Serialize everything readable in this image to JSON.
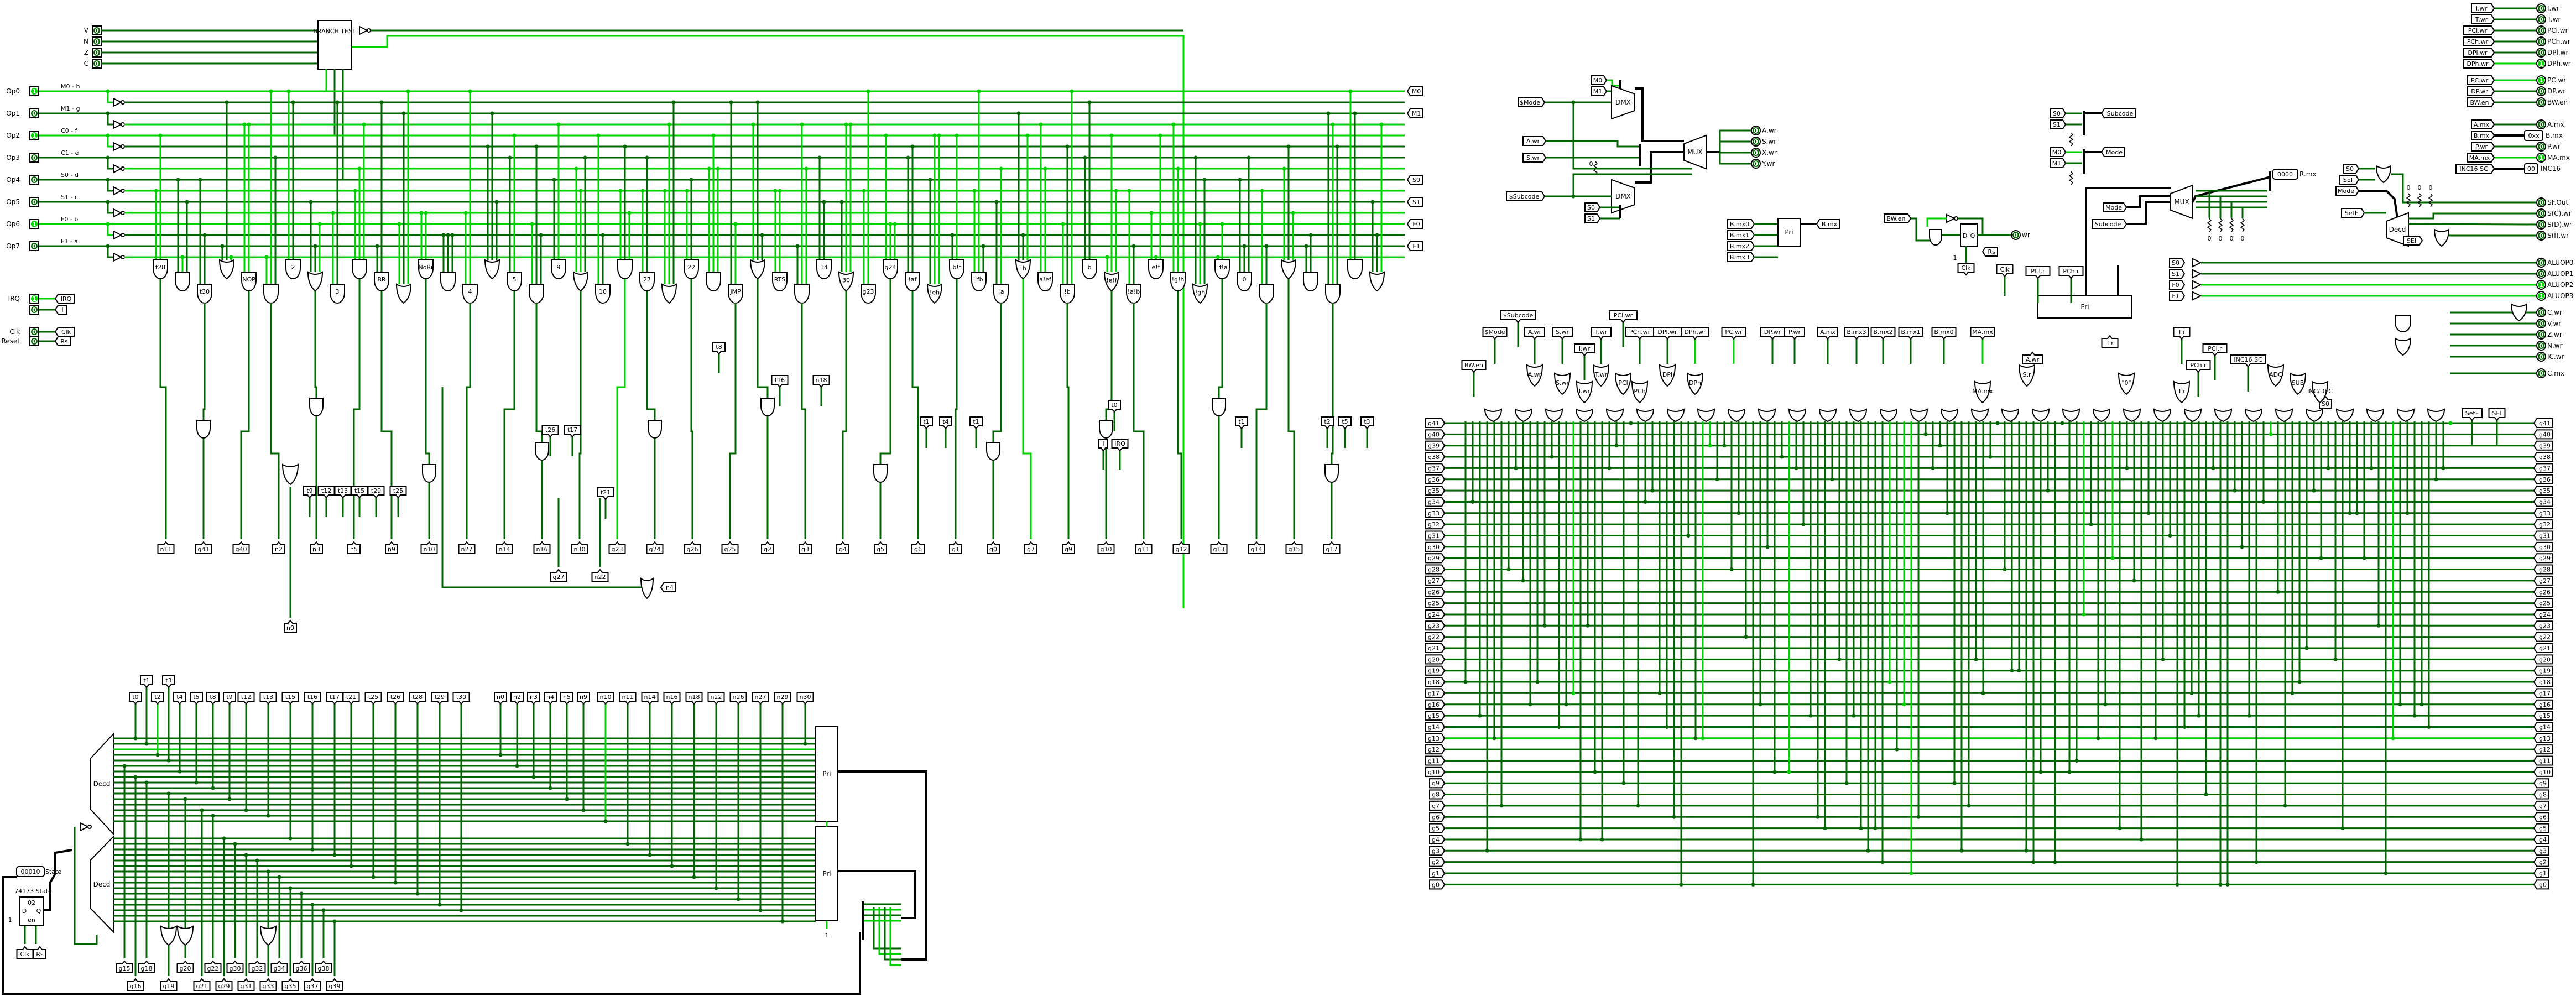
{
  "flags": [
    {
      "label": "V",
      "value": "0"
    },
    {
      "label": "N",
      "value": "0"
    },
    {
      "label": "Z",
      "value": "0"
    },
    {
      "label": "C",
      "value": "0"
    }
  ],
  "branch_test": "BRANCH TEST",
  "opcode": [
    {
      "pin": "Op0",
      "signal": "M0 - h",
      "value": "1"
    },
    {
      "pin": "Op1",
      "signal": "M1 - g",
      "value": "0"
    },
    {
      "pin": "Op2",
      "signal": "C0 - f",
      "value": "1"
    },
    {
      "pin": "Op3",
      "signal": "C1 - e",
      "value": "0"
    },
    {
      "pin": "Op4",
      "signal": "S0 - d",
      "value": "0"
    },
    {
      "pin": "Op5",
      "signal": "S1 - c",
      "value": "0"
    },
    {
      "pin": "Op6",
      "signal": "F0 - b",
      "value": "1"
    },
    {
      "pin": "Op7",
      "signal": "F1 - a",
      "value": "0"
    }
  ],
  "misc_inputs": [
    {
      "pin": "IRQ",
      "value": "1",
      "tunnel": "IRQ"
    },
    {
      "pin": "",
      "value": "0",
      "tunnel": "I"
    },
    {
      "pin": "Clk",
      "value": "0",
      "tunnel": "Clk"
    },
    {
      "pin": "Reset",
      "value": "0",
      "tunnel": "Rs"
    }
  ],
  "decode_outputs": [
    "M0",
    "M1",
    "S0",
    "S1",
    "F0",
    "F1"
  ],
  "gate_labels": [
    "t28",
    "t30",
    "NOP",
    "2",
    "3",
    "BR",
    "NoBr",
    "4",
    "5",
    "9",
    "10",
    "27",
    "22",
    "JMP",
    "RTS",
    "14",
    "30",
    "g23",
    "g24",
    "!af",
    "!eh",
    "b!f",
    "!fb",
    "!a",
    "!h",
    "a!ef",
    "!b",
    "b",
    "!e!f",
    "!a!b",
    "e!f",
    "!g!h",
    "!gh",
    "!f!a",
    "0"
  ],
  "left_outputs": [
    "n11",
    "g41",
    "g40",
    "n2",
    "n3",
    "n5",
    "n9",
    "n10",
    "n27",
    "n14",
    "n16",
    "n30",
    "g23",
    "g24",
    "g26",
    "g25",
    "g2",
    "g3",
    "g4",
    "g5",
    "g6",
    "g1",
    "g0",
    "g7",
    "g9",
    "g10",
    "g11",
    "g12",
    "g13",
    "g14",
    "g15",
    "g17"
  ],
  "left_extra": {
    "n0": "n0",
    "n4": "n4",
    "g27": "g27",
    "n22": "n22",
    "mid_tunnels": [
      "t9",
      "t12",
      "t13",
      "t15",
      "t29",
      "t25",
      "t26",
      "t17",
      "t21",
      "t16",
      "n18",
      "t1",
      "t4",
      "t1",
      "t0",
      "I",
      "IRQ",
      "t1",
      "t2",
      "t5",
      "t3",
      "t8"
    ]
  },
  "sequencer": {
    "state_title": "74173 State",
    "state_value": "00010",
    "state_label": "State",
    "reg_value": "02",
    "reg_d": "D",
    "reg_q": "Q",
    "reg_en": "en",
    "const": "1",
    "clk": "Clk",
    "reset": "Rs",
    "decoder": "Decd",
    "priority": "Pri",
    "t_labels": [
      "t0",
      "t1",
      "t2",
      "t3",
      "t4",
      "t5",
      "t8",
      "t9",
      "t12",
      "t13",
      "t15",
      "t16",
      "t17",
      "t21",
      "t25",
      "t26",
      "t28",
      "t29",
      "t30"
    ],
    "n_labels": [
      "n0",
      "n2",
      "n3",
      "n4",
      "n5",
      "n9",
      "n10",
      "n11",
      "n14",
      "n16",
      "n18",
      "n22",
      "n26",
      "n27",
      "n29",
      "n30"
    ],
    "g_row1": [
      "g15",
      "g18",
      "g20",
      "g22",
      "g30",
      "g32",
      "g34",
      "g36",
      "g38"
    ],
    "g_row2": [
      "g16",
      "g19",
      "g21",
      "g29",
      "g31",
      "g33",
      "g35",
      "g37",
      "g39"
    ]
  },
  "write_select": {
    "mode": "$Mode",
    "subcode": "$Subcode",
    "m0": "M0",
    "m1": "M1",
    "s0": "S0",
    "s1": "S1",
    "a_wr": "A.wr",
    "s_wr": "S.wr",
    "dmx": "DMX",
    "mux": "MUX",
    "zero": "0",
    "outputs": [
      {
        "label": "A.wr",
        "value": "0"
      },
      {
        "label": "S.wr",
        "value": "0"
      },
      {
        "label": "X.wr",
        "value": "0"
      },
      {
        "label": "Y.wr",
        "value": "0"
      }
    ]
  },
  "bmx": {
    "inputs": [
      "B.mx0",
      "B.mx1",
      "B.mx2",
      "B.mx3"
    ],
    "pri": "Pri",
    "output": "B.mx"
  },
  "bw": {
    "input": "BW.en",
    "clk": "Clk",
    "rs": "Rs",
    "out_label": "wr",
    "out_value": "0",
    "const": "1",
    "d": "D",
    "q": "Q"
  },
  "splitters": {
    "s0": "S0",
    "s1": "S1",
    "subcode": "Subcode",
    "m0": "M0",
    "m1": "M1",
    "mode": "Mode"
  },
  "rmx": {
    "mux": "MUX",
    "mode": "Mode",
    "subcode": "Subcode",
    "output_value": "0000",
    "output_label": "R.mx",
    "inputs": [
      "S0",
      "S1",
      "F0",
      "F1"
    ],
    "zero": "0"
  },
  "flags_ctl": {
    "s0": "S0",
    "sei": "SEI",
    "mode": "Mode",
    "setf": "SetF",
    "decoder": "Decd",
    "sei2": "SEI",
    "zero": "0"
  },
  "outputs": [
    {
      "tunnel": "I.wr",
      "label": "I.wr",
      "value": "0"
    },
    {
      "tunnel": "T.wr",
      "label": "T.wr",
      "value": "0"
    },
    {
      "tunnel": "PCl.wr",
      "label": "PCl.wr",
      "value": "0"
    },
    {
      "tunnel": "PCh.wr",
      "label": "PCh.wr",
      "value": "0"
    },
    {
      "tunnel": "DPl.wr",
      "label": "DPl.wr",
      "value": "0"
    },
    {
      "tunnel": "DPh.wr",
      "label": "DPh.wr",
      "value": "1"
    },
    {
      "tunnel": "PC.wr",
      "label": "PC.wr",
      "value": "1"
    },
    {
      "tunnel": "DP.wr",
      "label": "DP.wr",
      "value": "0"
    },
    {
      "tunnel": "BW.en",
      "label": "BW.en",
      "value": "0"
    },
    {
      "tunnel": "A.mx",
      "label": "A.mx",
      "value": "0"
    },
    {
      "tunnel": "B.mx",
      "label": "B.mx",
      "value": "0xx"
    },
    {
      "tunnel": "P.wr",
      "label": "P.wr",
      "value": "0"
    },
    {
      "tunnel": "MA.mx",
      "label": "MA.mx",
      "value": "1"
    },
    {
      "tunnel": "INC16 SC",
      "label": "INC16",
      "value": "00"
    }
  ],
  "status_outputs": [
    {
      "label": "SF.Out",
      "value": "0"
    },
    {
      "label": "S(C).wr",
      "value": "0"
    },
    {
      "label": "S(D).wr",
      "value": "0"
    },
    {
      "label": "S(I).wr",
      "value": "0"
    },
    {
      "label": "ALUOP0",
      "value": "0"
    },
    {
      "label": "ALUOP1",
      "value": "0"
    },
    {
      "label": "ALUOP2",
      "value": "1"
    },
    {
      "label": "ALUOP3",
      "value": "1"
    },
    {
      "label": "C.wr",
      "value": "0"
    },
    {
      "label": "V.wr",
      "value": "0"
    },
    {
      "label": "Z.wr",
      "value": "0"
    },
    {
      "label": "N.wr",
      "value": "0"
    },
    {
      "label": "IC.wr",
      "value": "0"
    },
    {
      "label": "C.mx",
      "value": "0"
    }
  ],
  "g_rows": [
    "g41",
    "g40",
    "g39",
    "g38",
    "g37",
    "g36",
    "g35",
    "g34",
    "g33",
    "g32",
    "g31",
    "g30",
    "g29",
    "g28",
    "g27",
    "g26",
    "g25",
    "g24",
    "g23",
    "g22",
    "g21",
    "g20",
    "g19",
    "g18",
    "g17",
    "g16",
    "g15",
    "g14",
    "g13",
    "g12",
    "g11",
    "g10",
    "g9",
    "g8",
    "g7",
    "g6",
    "g5",
    "g4",
    "g3",
    "g2",
    "g1",
    "g0"
  ],
  "control_tunnels": [
    "BW.en",
    "$Mode",
    "$Subcode",
    "A.wr",
    "S.wr",
    "I.wr",
    "T.wr",
    "PCl.wr",
    "PCh.wr",
    "DPl.wr",
    "DPh.wr",
    "PC.wr",
    "DP.wr",
    "P.wr",
    "A.mx",
    "B.mx3",
    "B.mx2",
    "B.mx1",
    "B.mx0",
    "MA.mx",
    "Clk",
    "PCl.r",
    "PCh.r",
    "A.wr",
    "T.r",
    "T.r",
    "PCh.r",
    "PCl.r",
    "INC16 SC",
    "S0",
    "SetF",
    "SEI",
    "S0",
    "S1",
    "F0",
    "F1"
  ],
  "control_gate_labels": [
    "A.wr",
    "S.wr",
    "I.wr",
    "T.wr",
    "PCl",
    "PCh",
    "DPl",
    "DPh",
    "MA.mx",
    "S.r",
    "\"0\"",
    "T.r",
    "ADC",
    "SUB",
    "INC/DEC"
  ],
  "alu_pri": "Pri"
}
